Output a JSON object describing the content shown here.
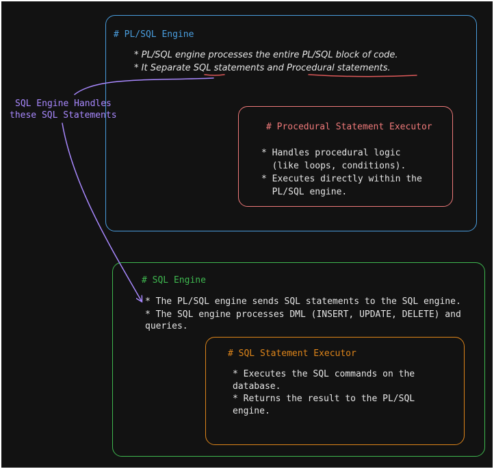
{
  "plsql_engine": {
    "title": "# PL/SQL Engine",
    "line1": "* PL/SQL engine processes the entire PL/SQL block of code.",
    "line2_prefix": "* It Separate ",
    "line2_sql": "SQL",
    "line2_mid": " statements and ",
    "line2_proc": "Procedural statements",
    "line2_end": ".",
    "color": "#4a9fe0"
  },
  "procedural_executor": {
    "title": "# Procedural Statement Executor",
    "lines": [
      "* Handles procedural logic",
      "  (like loops, conditions).",
      "* Executes directly within the",
      "  PL/SQL engine."
    ],
    "color": "#f07a7a"
  },
  "annotation": {
    "lines": [
      "SQL Engine Handles",
      "these SQL Statements"
    ],
    "color": "#a989ff"
  },
  "sql_engine": {
    "title": "# SQL Engine",
    "lines": [
      "* The PL/SQL engine sends SQL statements to the SQL engine.",
      "* The SQL engine processes DML (INSERT, UPDATE, DELETE) and",
      "queries."
    ],
    "color": "#3fb950"
  },
  "sql_executor": {
    "title": "# SQL Statement Executor",
    "lines": [
      "* Executes the SQL commands on the",
      "database.",
      "* Returns the result to the PL/SQL",
      "engine."
    ],
    "color": "#e0861a"
  },
  "colors": {
    "background": "#121212",
    "text": "#e6e6e6",
    "underline": "#e05a5a"
  }
}
